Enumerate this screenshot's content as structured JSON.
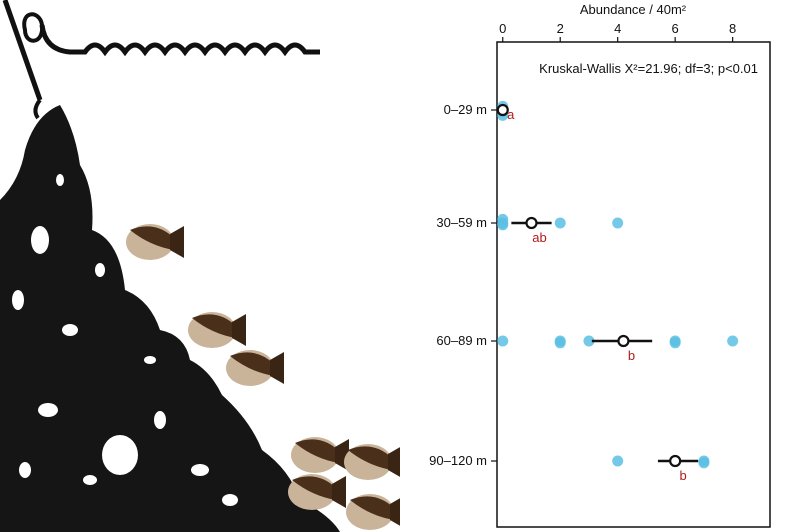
{
  "colors": {
    "points": "#5bbfe3",
    "mean": "#111111",
    "letters": "#b31b1b",
    "reef": "#111111"
  },
  "illustration": {
    "elements": [
      "fishing-line-icon",
      "ocean-waves-icon",
      "reef-silhouette",
      "butterflyfish-icon"
    ]
  },
  "chart_data": {
    "type": "scatter",
    "title": "",
    "xlabel": "Abundance / 40m²",
    "ylabel": "",
    "xlim": [
      -0.2,
      9.3
    ],
    "xticks": [
      0,
      2,
      4,
      6,
      8
    ],
    "categories": [
      "0–29 m",
      "30–59 m",
      "60–89 m",
      "90–120 m"
    ],
    "annotation": "Kruskal-Wallis X²=21.96; df=3; p<0.01",
    "x_axis_position": "top",
    "grid": false,
    "points": [
      {
        "depth": "0–29 m",
        "values": [
          0,
          0,
          0,
          0
        ]
      },
      {
        "depth": "30–59 m",
        "values": [
          0,
          0,
          0,
          2,
          4
        ]
      },
      {
        "depth": "60–89 m",
        "values": [
          0,
          2,
          2,
          3,
          6,
          6,
          8
        ]
      },
      {
        "depth": "90–120 m",
        "values": [
          4,
          6,
          7,
          7
        ]
      }
    ],
    "means": [
      {
        "depth": "0–29 m",
        "mean": 0,
        "ci": [
          0,
          0
        ],
        "group": "a"
      },
      {
        "depth": "30–59 m",
        "mean": 1,
        "ci": [
          0.3,
          1.7
        ],
        "group": "ab"
      },
      {
        "depth": "60–89 m",
        "mean": 4.2,
        "ci": [
          3.1,
          5.2
        ],
        "group": "b"
      },
      {
        "depth": "90–120 m",
        "mean": 6,
        "ci": [
          5.4,
          6.8
        ],
        "group": "b"
      }
    ]
  }
}
